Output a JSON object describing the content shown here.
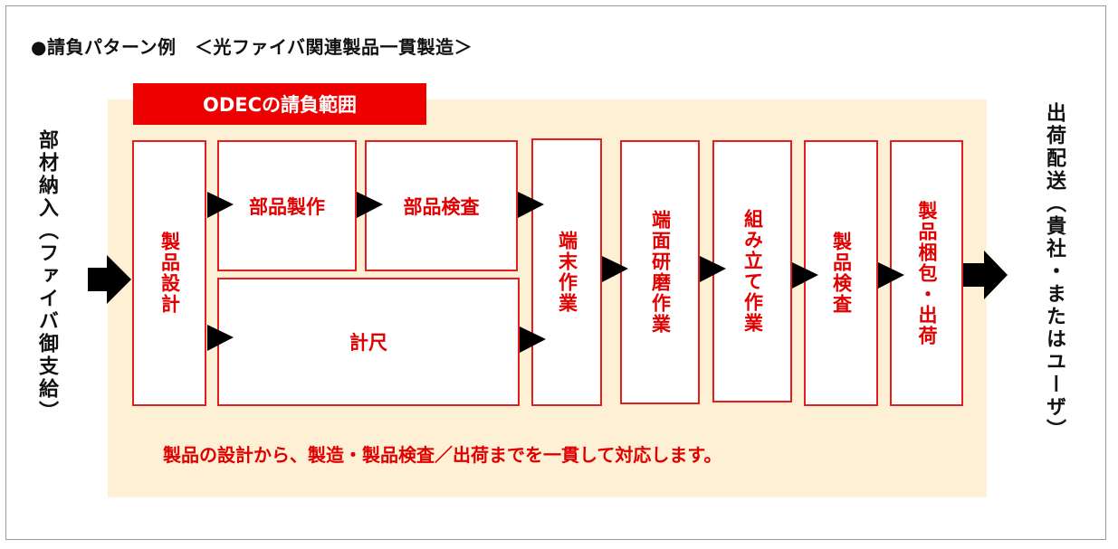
{
  "title": "●請負パターン例　＜光ファイバ関連製品一貫製造＞",
  "scope_label": "ODECの請負範囲",
  "left_label": "部材納入（ファイバ御支給）",
  "right_label": "出荷配送（貴社・またはユーザ）",
  "steps": {
    "design": "製品設計",
    "parts_making": "部品製作",
    "parts_inspection": "部品検査",
    "measure": "計尺",
    "terminal_work": "端末作業",
    "polishing": "端面研磨作業",
    "assembly": "組み立て作業",
    "product_inspection": "製品検査",
    "packing_shipping": "製品梱包・出荷"
  },
  "bottom_text": "製品の設計から、製造・製品検査／出荷までを一貫して対応します。",
  "colors": {
    "accent": "#ee0000",
    "scope_bg": "#fdf0d4",
    "text": "#111111"
  }
}
